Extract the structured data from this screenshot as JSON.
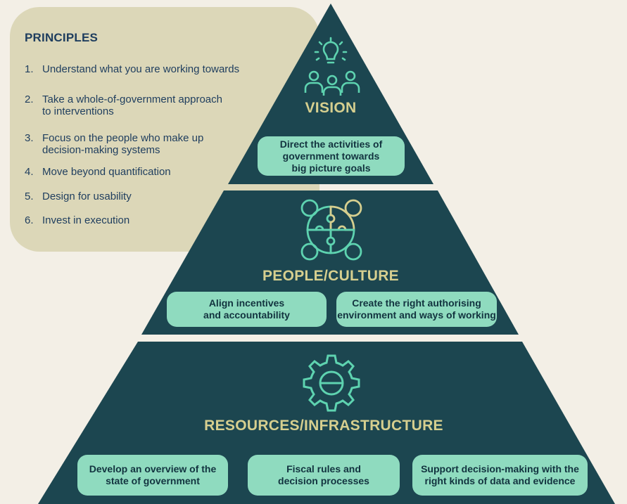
{
  "principles": {
    "title": "PRINCIPLES",
    "items": [
      {
        "num": "1.",
        "text": "Understand what you are  working towards"
      },
      {
        "num": "2.",
        "text": "Take a whole-of-government approach\nto interventions"
      },
      {
        "num": "3.",
        "text": "Focus on the people who make up\ndecision-making systems"
      },
      {
        "num": "4.",
        "text": "Move beyond quantification"
      },
      {
        "num": "5.",
        "text": "Design for usability"
      },
      {
        "num": "6.",
        "text": "Invest in execution"
      }
    ]
  },
  "tiers": {
    "vision": {
      "title": "VISION",
      "pills": [
        "Direct the activities of\ngovernment towards\nbig picture goals"
      ]
    },
    "people_culture": {
      "title": "PEOPLE/CULTURE",
      "pills": [
        "Align incentives\nand accountability",
        "Create the right authorising\nenvironment and ways of working"
      ]
    },
    "resources": {
      "title": "RESOURCES/INFRASTRUCTURE",
      "pills": [
        "Develop an overview of the\nstate of government",
        "Fiscal rules and\ndecision processes",
        "Support decision-making with the\nright kinds of data and evidence"
      ]
    }
  },
  "icons": {
    "vision": [
      "lightbulb-icon",
      "people-group-icon"
    ],
    "people_culture": "puzzle-network-icon",
    "resources": "gear-icon"
  },
  "colors": {
    "background": "#f3efe6",
    "panel": "#dcd7b8",
    "pyramid": "#1c4650",
    "tier_title": "#d6cf8f",
    "pill": "#8fdbbf",
    "pill_text": "#12333f",
    "icon": "#5ed3b0",
    "principles_text": "#1e3d5e"
  }
}
